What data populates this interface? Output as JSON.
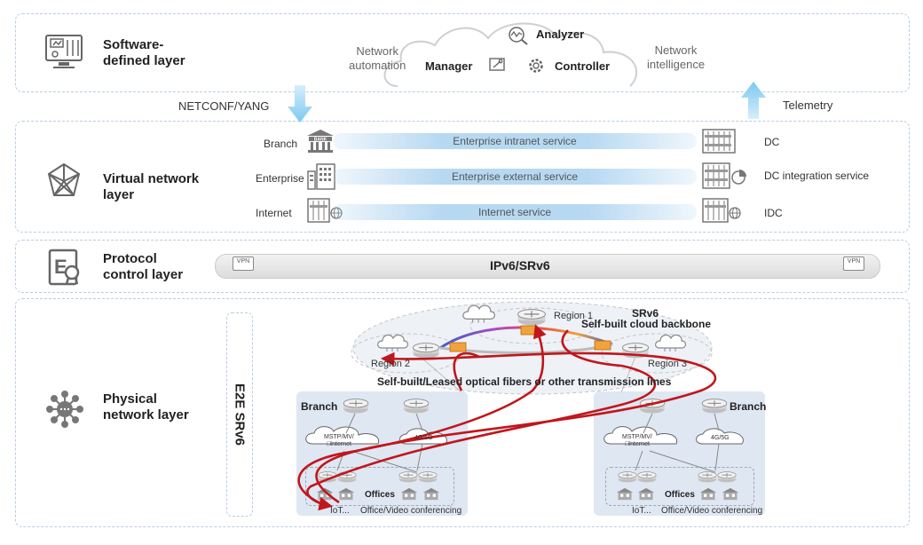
{
  "layers": {
    "software": "Software-\ndefined layer",
    "virtual": "Virtual network\nlayer",
    "protocol": "Protocol\ncontrol layer",
    "physical": "Physical\nnetwork layer"
  },
  "software": {
    "left_label": "Network\nautomation",
    "right_label": "Network\nintelligence",
    "analyzer": "Analyzer",
    "manager": "Manager",
    "controller": "Controller"
  },
  "arrows": {
    "netconf": "NETCONF/YANG",
    "telemetry": "Telemetry"
  },
  "virtual": {
    "left": [
      "Branch",
      "Enterprise",
      "Internet"
    ],
    "services": [
      "Enterprise intranet service",
      "Enterprise external service",
      "Internet service"
    ],
    "right": [
      "DC",
      "DC integration service",
      "IDC"
    ],
    "bank_sign": "BANK"
  },
  "protocol": {
    "pipe": "IPv6/SRv6",
    "vpn": "VPN"
  },
  "physical": {
    "e2e": "E2E SRv6",
    "srv6": "SRv6",
    "backbone": "Self-built cloud backbone",
    "region1": "Region 1",
    "region2": "Region 2",
    "region3": "Region 3",
    "fibers": "Self-built/Leased optical fibers or other transmission lines",
    "branch": "Branch",
    "mstp": "MSTP/MV/\n□Internet",
    "lte": "4G/5G",
    "offices": "Offices",
    "iot": "IoT...",
    "office_video": "Office/Video conferencing"
  },
  "colors": {
    "accent_red": "#c0161c",
    "border": "#b9cce0",
    "site_bg": "#dfe7f2"
  }
}
